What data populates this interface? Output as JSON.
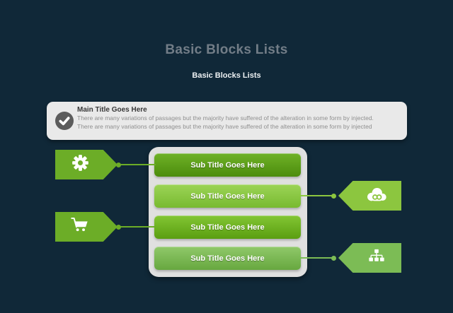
{
  "slide": {
    "title": "Basic Blocks Lists",
    "subtitle": "Basic Blocks Lists"
  },
  "main_banner": {
    "icon": "check-icon",
    "title": "Main Title Goes Here",
    "description": "There are many variations of passages but the majority have  suffered of the alteration in some form by injected. There are many variations of passages but the majority have  suffered of the alteration in some form by injected"
  },
  "list": {
    "items": [
      {
        "label": "Sub Title Goes Here",
        "color_top": "#6fb228",
        "color_bottom": "#4c8c0c"
      },
      {
        "label": "Sub Title Goes Here",
        "color_top": "#9cd457",
        "color_bottom": "#78ba30"
      },
      {
        "label": "Sub Title Goes Here",
        "color_top": "#83c634",
        "color_bottom": "#5a9e10"
      },
      {
        "label": "Sub Title Goes Here",
        "color_top": "#90c96a",
        "color_bottom": "#67a83f"
      }
    ]
  },
  "tags": {
    "left": [
      {
        "icon": "gear-icon",
        "color": "#6cad27",
        "connects_to_item": 1
      },
      {
        "icon": "shopping-cart-icon",
        "color": "#6cad27",
        "connects_to_item": 3
      }
    ],
    "right": [
      {
        "icon": "cloud-infinity-icon",
        "color": "#8cc63f",
        "connects_to_item": 2
      },
      {
        "icon": "sitemap-icon",
        "color": "#7cbc55",
        "connects_to_item": 4
      }
    ]
  },
  "colors": {
    "background": "#102838",
    "banner_background": "#e9e9e9",
    "panel_background": "#e0e0e0",
    "title_text": "#727d87",
    "subtitle_text": "#edf1f3",
    "check_circle": "#5c5c5c"
  }
}
